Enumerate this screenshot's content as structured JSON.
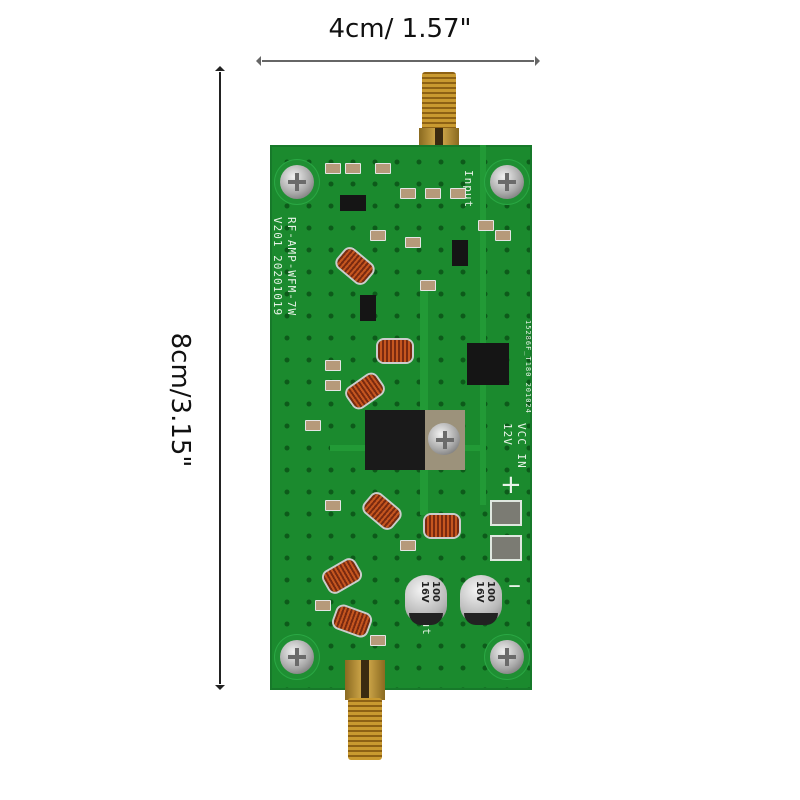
{
  "dimensions": {
    "width_label": "4cm/ 1.57\"",
    "height_label": "8cm/3.15\""
  },
  "board": {
    "silkscreen_model": "RF-AMP-WFM-7W",
    "silkscreen_version": "V201 20201019",
    "input_label": "Input",
    "output_label": "Output",
    "power_label_line1": "VCC IN",
    "power_label_line2": "12V",
    "plus_symbol": "+",
    "minus_symbol": "–",
    "capacitor_label": "100 16V",
    "small_code": "15286F_T180 201024",
    "colors": {
      "pcb": "#1b8a2e",
      "connector_gold": "#d9b050",
      "coil_copper": "#c5561f"
    }
  }
}
